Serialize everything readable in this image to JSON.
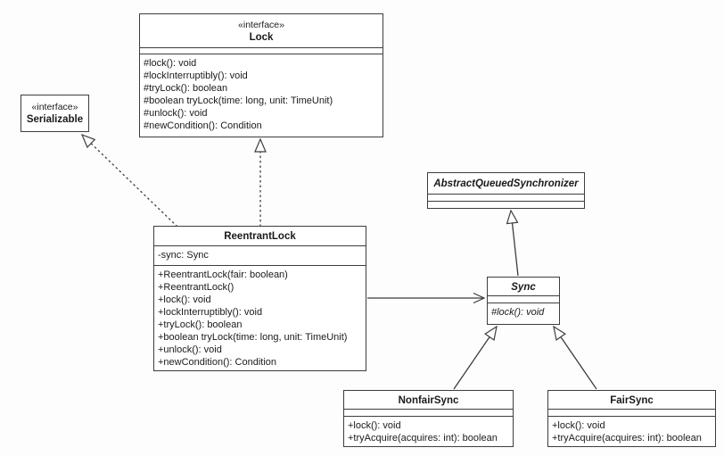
{
  "diagram": {
    "kind": "uml-class-diagram",
    "background_color": "#fdfdfd",
    "line_color": "#3d3d3d",
    "text_color": "#1a1a1a"
  },
  "classes": {
    "lock": {
      "stereotype": "«interface»",
      "name": "Lock",
      "attributes": [],
      "methods": [
        "#lock(): void",
        "#lockInterruptibly(): void",
        "#tryLock(): boolean",
        "#boolean tryLock(time: long, unit: TimeUnit)",
        "#unlock(): void",
        "#newCondition(): Condition"
      ]
    },
    "serializable": {
      "stereotype": "«interface»",
      "name": "Serializable",
      "attributes": [],
      "methods": []
    },
    "reentrantlock": {
      "name": "ReentrantLock",
      "attributes": [
        "-sync: Sync"
      ],
      "methods": [
        "+ReentrantLock(fair: boolean)",
        "+ReentrantLock()",
        "+lock(): void",
        "+lockInterruptibly(): void",
        "+tryLock(): boolean",
        "+boolean tryLock(time: long, unit: TimeUnit)",
        "+unlock(): void",
        "+newCondition(): Condition"
      ]
    },
    "aqs": {
      "name": "AbstractQueuedSynchronizer",
      "abstract": true,
      "attributes": [],
      "methods": []
    },
    "sync": {
      "name": "Sync",
      "abstract": true,
      "attributes": [],
      "methods": [
        "#lock(): void"
      ]
    },
    "nonfairsync": {
      "name": "NonfairSync",
      "attributes": [],
      "methods": [
        "+lock(): void",
        "+tryAcquire(acquires: int): boolean"
      ]
    },
    "fairsync": {
      "name": "FairSync",
      "attributes": [],
      "methods": [
        "+lock(): void",
        "+tryAcquire(acquires: int): boolean"
      ]
    }
  },
  "relationships": [
    {
      "type": "realization",
      "from": "ReentrantLock",
      "to": "Serializable",
      "line": "dashed",
      "arrow": "hollow-triangle"
    },
    {
      "type": "realization",
      "from": "ReentrantLock",
      "to": "Lock",
      "line": "dashed",
      "arrow": "hollow-triangle"
    },
    {
      "type": "association",
      "from": "ReentrantLock",
      "to": "Sync",
      "line": "solid",
      "arrow": "open"
    },
    {
      "type": "generalization",
      "from": "Sync",
      "to": "AbstractQueuedSynchronizer",
      "line": "solid",
      "arrow": "hollow-triangle"
    },
    {
      "type": "generalization",
      "from": "NonfairSync",
      "to": "Sync",
      "line": "solid",
      "arrow": "hollow-triangle"
    },
    {
      "type": "generalization",
      "from": "FairSync",
      "to": "Sync",
      "line": "solid",
      "arrow": "hollow-triangle"
    }
  ]
}
